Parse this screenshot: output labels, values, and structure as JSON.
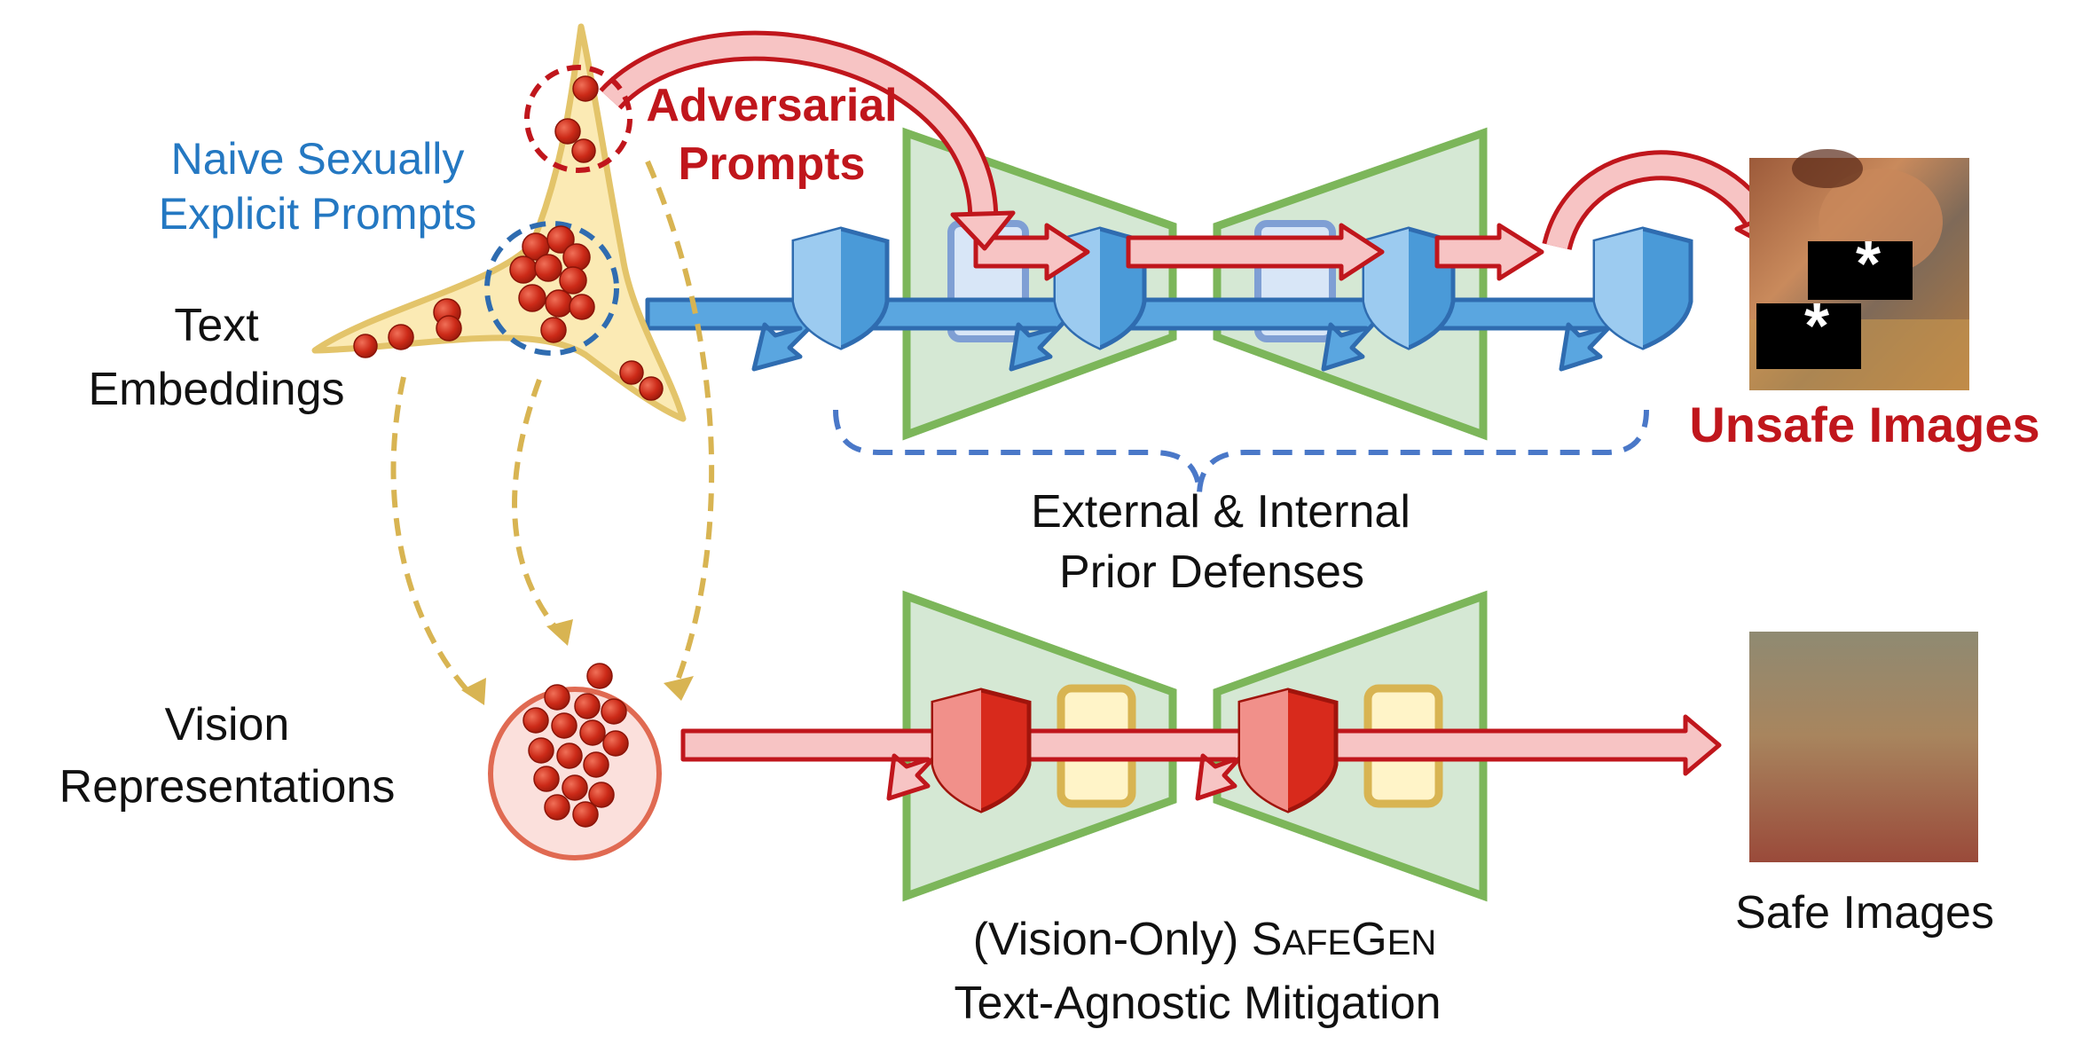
{
  "labels": {
    "naive_prompts_line1": "Naive Sexually",
    "naive_prompts_line2": "Explicit Prompts",
    "adversarial_line1": "Adversarial",
    "adversarial_line2": "Prompts",
    "text_embeddings_line1": "Text",
    "text_embeddings_line2": "Embeddings",
    "vision_rep_line1": "Vision",
    "vision_rep_line2": "Representations",
    "prior_defenses_line1": "External & Internal",
    "prior_defenses_line2": "Prior Defenses",
    "safegen_prefix": "(Vision-Only) ",
    "safegen_s": "S",
    "safegen_afe": "AFE",
    "safegen_g": "G",
    "safegen_en": "EN",
    "safegen_line2": "Text-Agnostic Mitigation",
    "unsafe_images": "Unsafe Images",
    "safe_images": "Safe Images",
    "censor_mark": "*"
  },
  "colors": {
    "blue_text": "#2478c2",
    "red_text": "#c0161c",
    "unet_fill": "#d5e8d4",
    "unet_stroke": "#7cb65a",
    "embedding_fill": "#fbeab4",
    "embedding_stroke": "#e3c46a",
    "token_red": "#cc2a18",
    "blue_arrow": "#5aa6e0",
    "red_arrow": "#f7c4c4"
  }
}
